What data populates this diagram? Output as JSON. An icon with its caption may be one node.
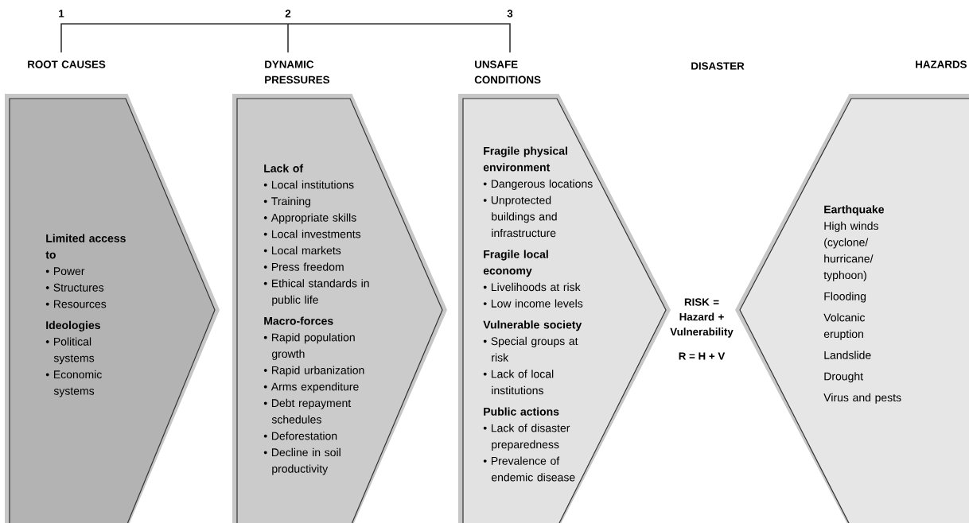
{
  "diagram": {
    "nodes": [
      {
        "text": [
          "ROOT CAUSES",
          "Limited access to",
          "• Power",
          "• Structures",
          "• Resources",
          "Ideologies",
          "• Political systems",
          "• Economic systems"
        ]
      },
      {
        "text": [
          "DYNAMIC PRESSURES",
          "Lack of",
          "• Local institutions",
          "• Training",
          "• Appropriate skills",
          "• Local investments",
          "• Local markets",
          "• Press freedom",
          "• Ethical standards in public life",
          "Macro-forces",
          "• Rapid population growth",
          "• Rapid urbanization",
          "• Arms expenditure",
          "• Debt repayment schedules",
          "• Deforestation",
          "• Decline in soil productivity"
        ]
      },
      {
        "text": [
          "UNSAFE CONDITIONS",
          "Fragile physical environment",
          "• Dangerous locations",
          "• Unprotected buildings and infrastructure",
          "Fragile local economy",
          "• Livelihoods at risk",
          "• Low income levels",
          "Vulnerable society",
          "• Special groups at risk",
          "• Lack of local institutions",
          "Public actions",
          "• Lack of disaster preparedness",
          "• Prevalence of endemic disease"
        ]
      },
      {
        "text": [
          "HAZARDS",
          "Earthquake",
          "High winds (cyclone/ hurricane/ typhoon)",
          "Flooding",
          "Volcanic eruption",
          "Landslide",
          "Drought",
          "Virus and pests"
        ]
      }
    ],
    "labels": [
      "1",
      "2",
      "3",
      "DISASTER",
      "RISK = Hazard + Vulnerability",
      "R = H + V"
    ]
  }
}
